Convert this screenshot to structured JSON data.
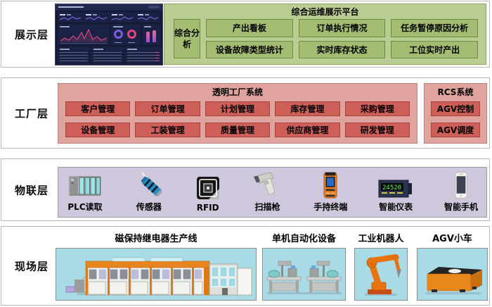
{
  "colors": {
    "display_panel_bg": "#b9cd93",
    "display_box_bg": "#a3bc72",
    "display_box_border": "#6e8e3e",
    "factory_panel_bg": "#e1a39e",
    "factory_box_bg": "#cd5f58",
    "factory_box_border": "#a2423c",
    "iot_panel_bg": "#cfc8dc",
    "field_box_bg": "#a9dbe7",
    "dashboard_bg": "#151a33",
    "accent_pink": "#e0487e",
    "accent_purple": "#7b5be0",
    "machine_orange": "#e8851e"
  },
  "layers": {
    "display": {
      "label": "展示层",
      "platform_title": "综合运维展示平台",
      "side_box": "综合分析",
      "boxes": [
        "产出看板",
        "订单执行情况",
        "任务暂停原因分析",
        "设备故障类型统计",
        "实时库存状态",
        "工位实时产出"
      ]
    },
    "factory": {
      "label": "工厂层",
      "tfs_title": "透明工厂系统",
      "tfs_row1": [
        "客户管理",
        "订单管理",
        "计划管理",
        "库存管理",
        "采购管理"
      ],
      "tfs_row2": [
        "设备管理",
        "工装管理",
        "质量管理",
        "供应商管理",
        "研发管理"
      ],
      "rcs_title": "RCS系统",
      "rcs_boxes": [
        "AGV控制",
        "AGV调度"
      ]
    },
    "iot": {
      "label": "物联层",
      "devices": [
        "PLC读取",
        "传感器",
        "RFID",
        "扫描枪",
        "手持终端",
        "智能仪表",
        "智能手机"
      ],
      "meter_reading": "24520"
    },
    "field": {
      "label": "现场层",
      "stations": [
        "磁保持继电器生产线",
        "单机自动化设备",
        "工业机器人",
        "AGV小车"
      ]
    }
  }
}
